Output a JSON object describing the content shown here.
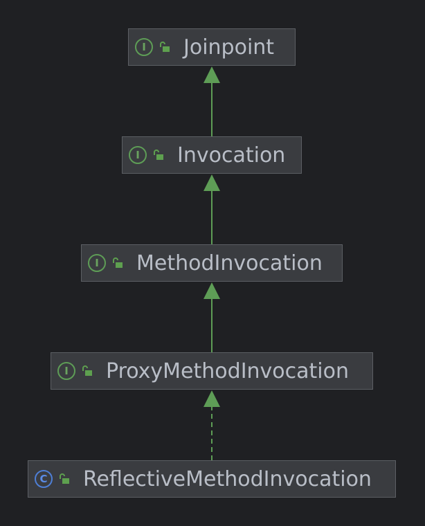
{
  "colors": {
    "background": "#1f2023",
    "node_fill": "#3a3c40",
    "node_border": "#5c5f64",
    "label": "#b9bec7",
    "edge": "#5e9d56",
    "interface_icon": "#5e9d56",
    "class_icon": "#4e7fd6",
    "access_icon": "#5ea04f"
  },
  "nodes": [
    {
      "id": "joinpoint",
      "label": "Joinpoint",
      "kind": "interface",
      "kind_glyph": "I",
      "kind_icon": "interface-icon",
      "access_icon": "public-access-icon"
    },
    {
      "id": "invocation",
      "label": "Invocation",
      "kind": "interface",
      "kind_glyph": "I",
      "kind_icon": "interface-icon",
      "access_icon": "public-access-icon"
    },
    {
      "id": "method-invocation",
      "label": "MethodInvocation",
      "kind": "interface",
      "kind_glyph": "I",
      "kind_icon": "interface-icon",
      "access_icon": "public-access-icon"
    },
    {
      "id": "proxy-method-invocation",
      "label": "ProxyMethodInvocation",
      "kind": "interface",
      "kind_glyph": "I",
      "kind_icon": "interface-icon",
      "access_icon": "public-access-icon"
    },
    {
      "id": "reflective-method-invocation",
      "label": "ReflectiveMethodInvocation",
      "kind": "class",
      "kind_glyph": "C",
      "kind_icon": "class-icon",
      "access_icon": "public-access-icon"
    }
  ],
  "edges": [
    {
      "from": "invocation",
      "to": "joinpoint",
      "type": "extends",
      "style": "solid"
    },
    {
      "from": "method-invocation",
      "to": "invocation",
      "type": "extends",
      "style": "solid"
    },
    {
      "from": "proxy-method-invocation",
      "to": "method-invocation",
      "type": "extends",
      "style": "solid"
    },
    {
      "from": "reflective-method-invocation",
      "to": "proxy-method-invocation",
      "type": "implements",
      "style": "dashed"
    }
  ]
}
